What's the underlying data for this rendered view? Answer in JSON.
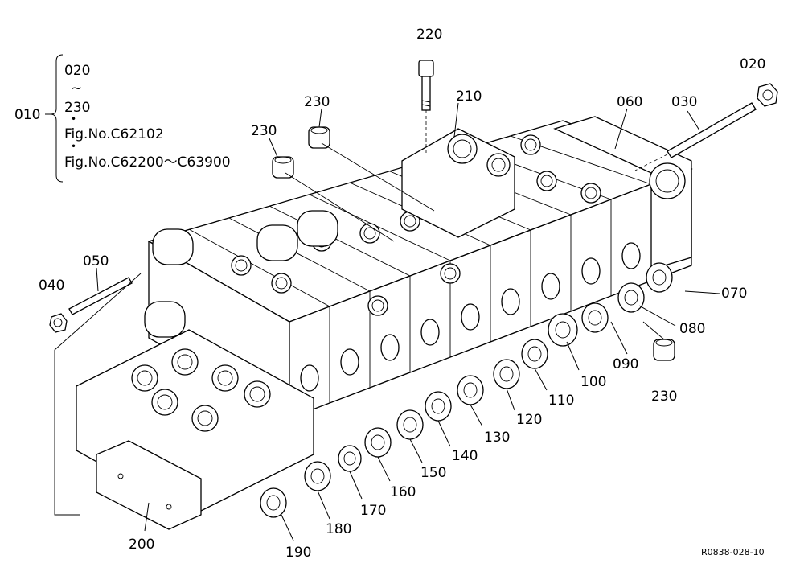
{
  "assembly_note": {
    "main_part": "010",
    "range_start": "020",
    "range_tilde": "~",
    "range_end": "230",
    "dot1": "・",
    "fig_ref_1": "Fig.No.C62102",
    "dot2": "・",
    "fig_ref_2": "Fig.No.C62200～C63900"
  },
  "callouts": [
    {
      "id": "220",
      "text": "220"
    },
    {
      "id": "020-top",
      "text": "020"
    },
    {
      "id": "210",
      "text": "210"
    },
    {
      "id": "060",
      "text": "060"
    },
    {
      "id": "030",
      "text": "030"
    },
    {
      "id": "230-a",
      "text": "230"
    },
    {
      "id": "230-b",
      "text": "230"
    },
    {
      "id": "050",
      "text": "050"
    },
    {
      "id": "040",
      "text": "040"
    },
    {
      "id": "070",
      "text": "070"
    },
    {
      "id": "080",
      "text": "080"
    },
    {
      "id": "090",
      "text": "090"
    },
    {
      "id": "100",
      "text": "100"
    },
    {
      "id": "230-c",
      "text": "230"
    },
    {
      "id": "110",
      "text": "110"
    },
    {
      "id": "120",
      "text": "120"
    },
    {
      "id": "130",
      "text": "130"
    },
    {
      "id": "140",
      "text": "140"
    },
    {
      "id": "150",
      "text": "150"
    },
    {
      "id": "160",
      "text": "160"
    },
    {
      "id": "170",
      "text": "170"
    },
    {
      "id": "180",
      "text": "180"
    },
    {
      "id": "190",
      "text": "190"
    },
    {
      "id": "200",
      "text": "200"
    }
  ],
  "drawing_code": "R0838-028-10"
}
